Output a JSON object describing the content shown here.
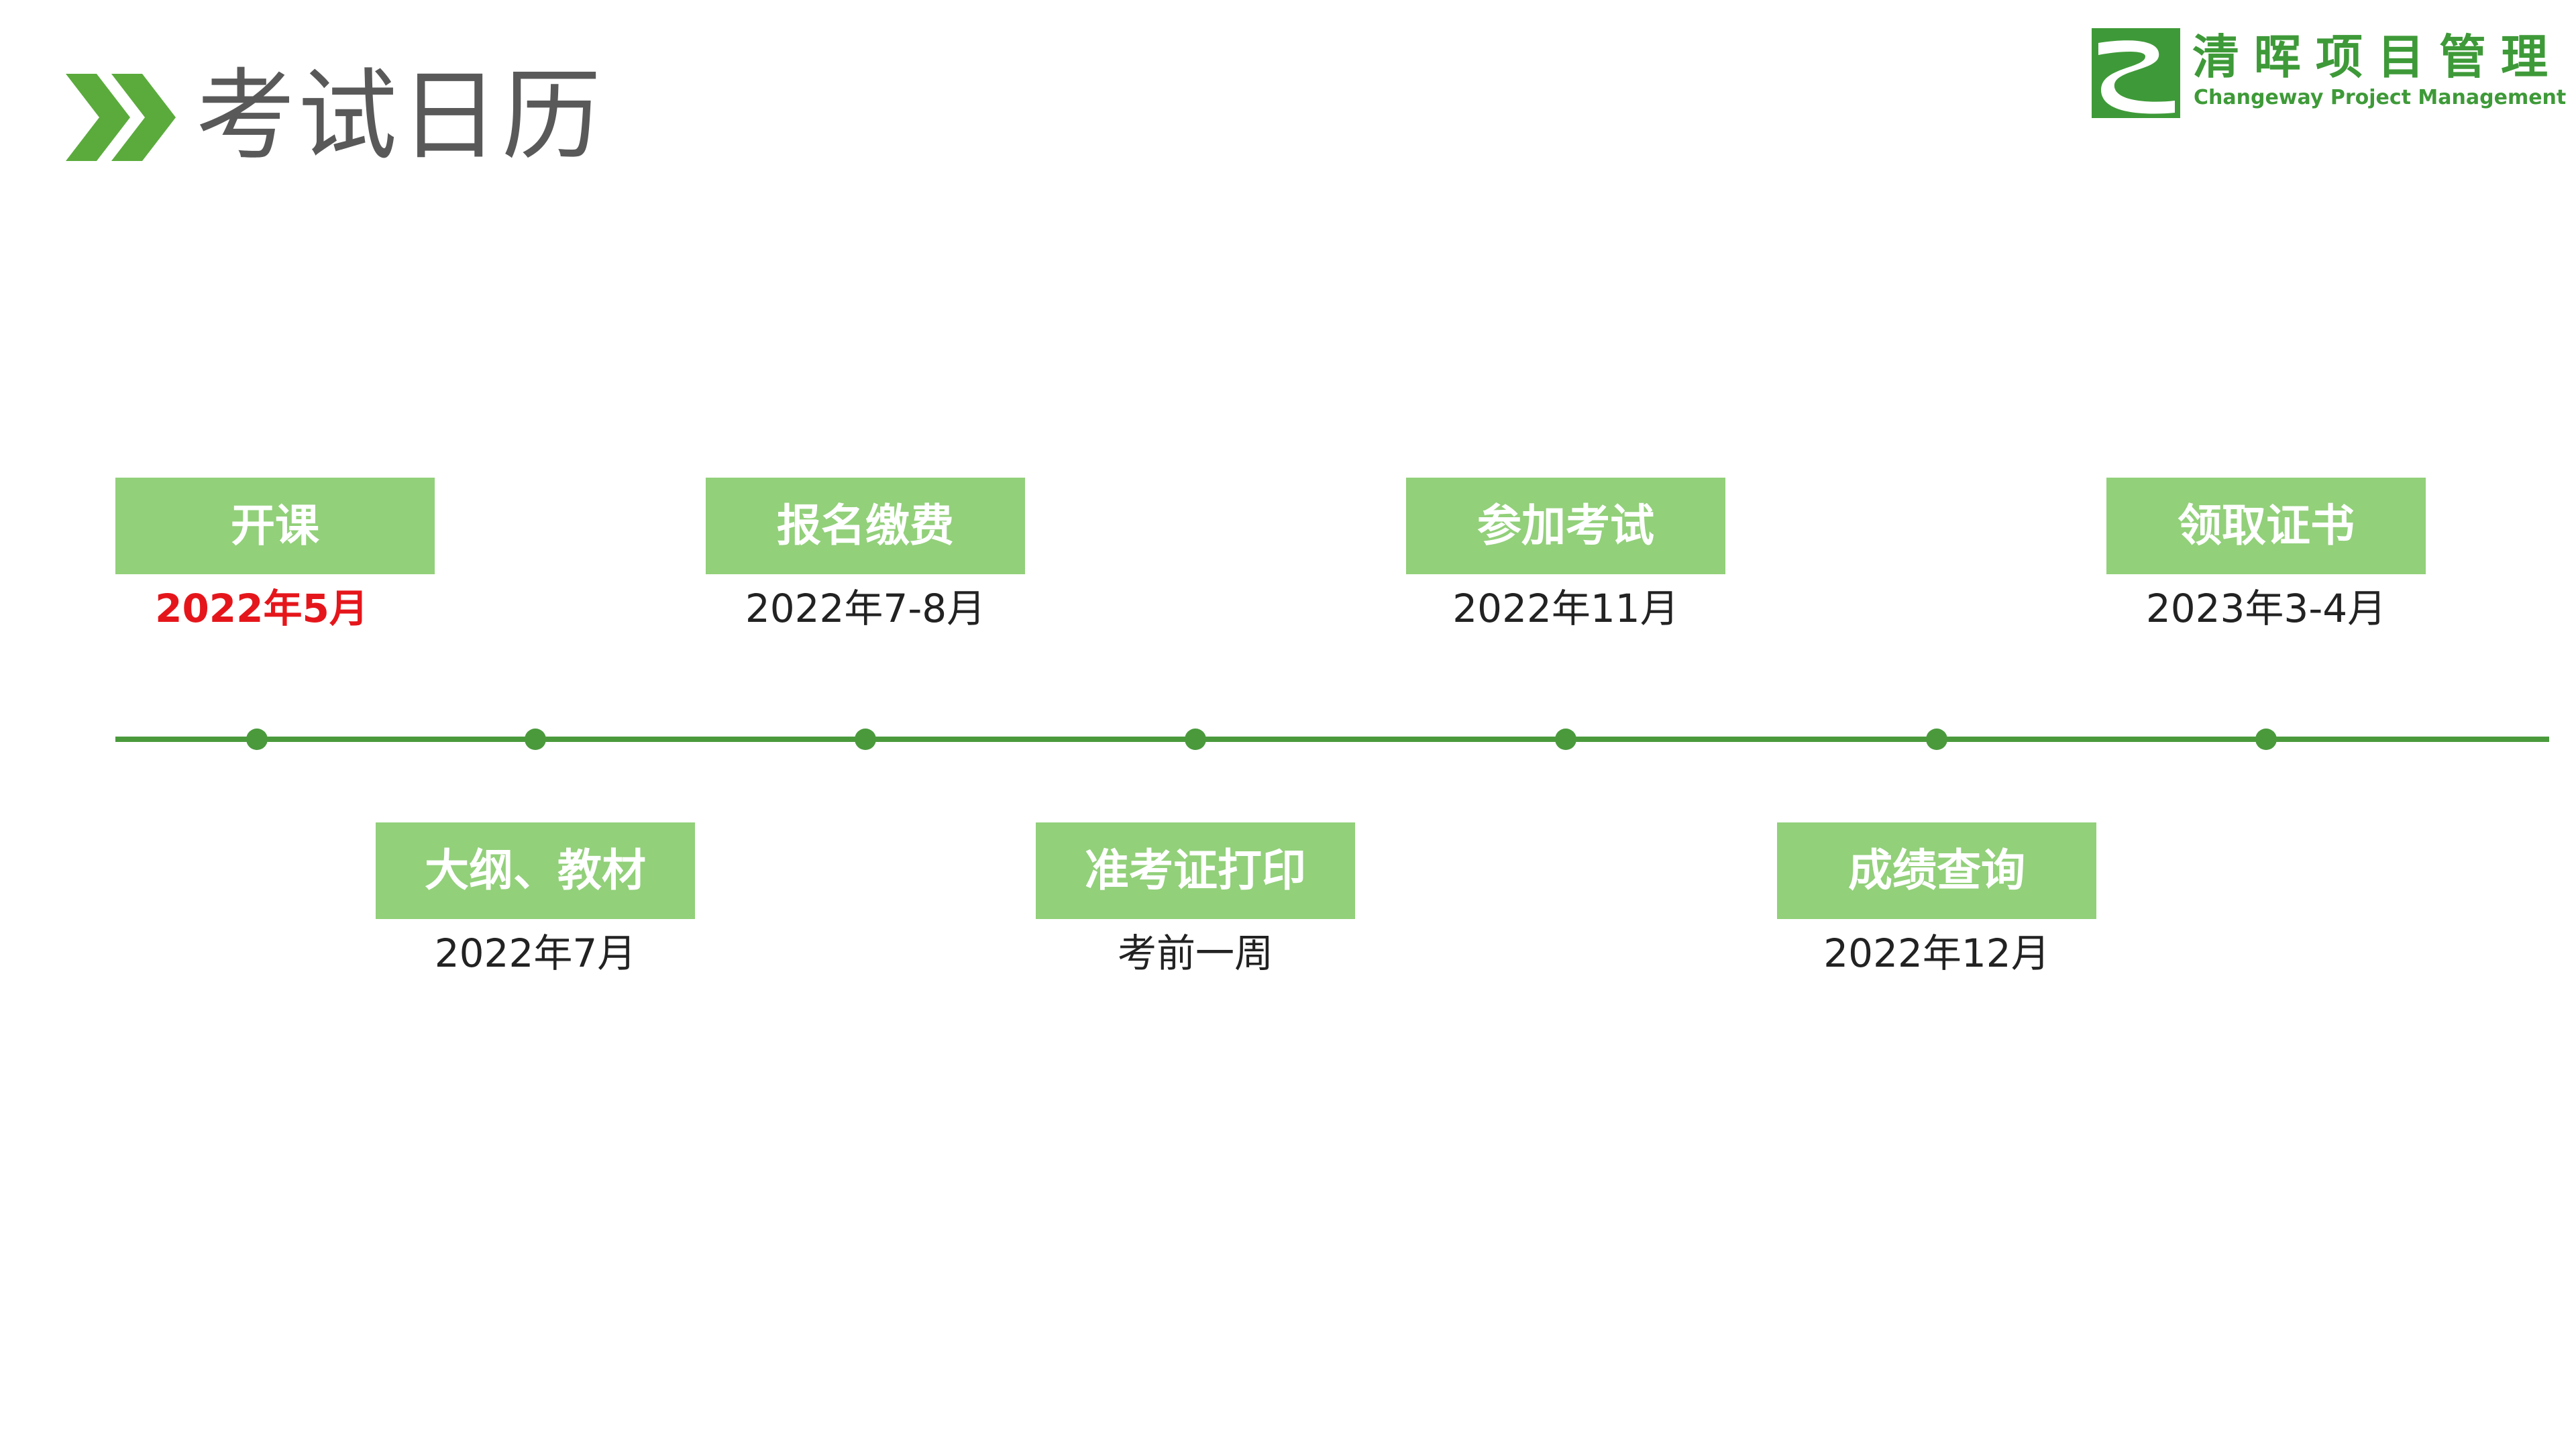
{
  "header": {
    "title": "考试日历",
    "icon": "double-chevron-right-icon"
  },
  "logo": {
    "name_cn": "清晖项目管理",
    "name_en": "Changeway Project Management",
    "icon": "river-logo-icon"
  },
  "colors": {
    "brand_green": "#3e9a38",
    "box_green": "#92d07a",
    "timeline_green": "#4a9a3c",
    "highlight_red": "#e5161b"
  },
  "timeline": {
    "stages": [
      {
        "label": "开课",
        "date": "2022年5月",
        "position": "above",
        "highlight": true
      },
      {
        "label": "大纲、教材",
        "date": "2022年7月",
        "position": "below",
        "highlight": false
      },
      {
        "label": "报名缴费",
        "date": "2022年7-8月",
        "position": "above",
        "highlight": false
      },
      {
        "label": "准考证打印",
        "date": "考前一周",
        "position": "below",
        "highlight": false
      },
      {
        "label": "参加考试",
        "date": "2022年11月",
        "position": "above",
        "highlight": false
      },
      {
        "label": "成绩查询",
        "date": "2022年12月",
        "position": "below",
        "highlight": false
      },
      {
        "label": "领取证书",
        "date": "2023年3-4月",
        "position": "above",
        "highlight": false
      }
    ]
  }
}
